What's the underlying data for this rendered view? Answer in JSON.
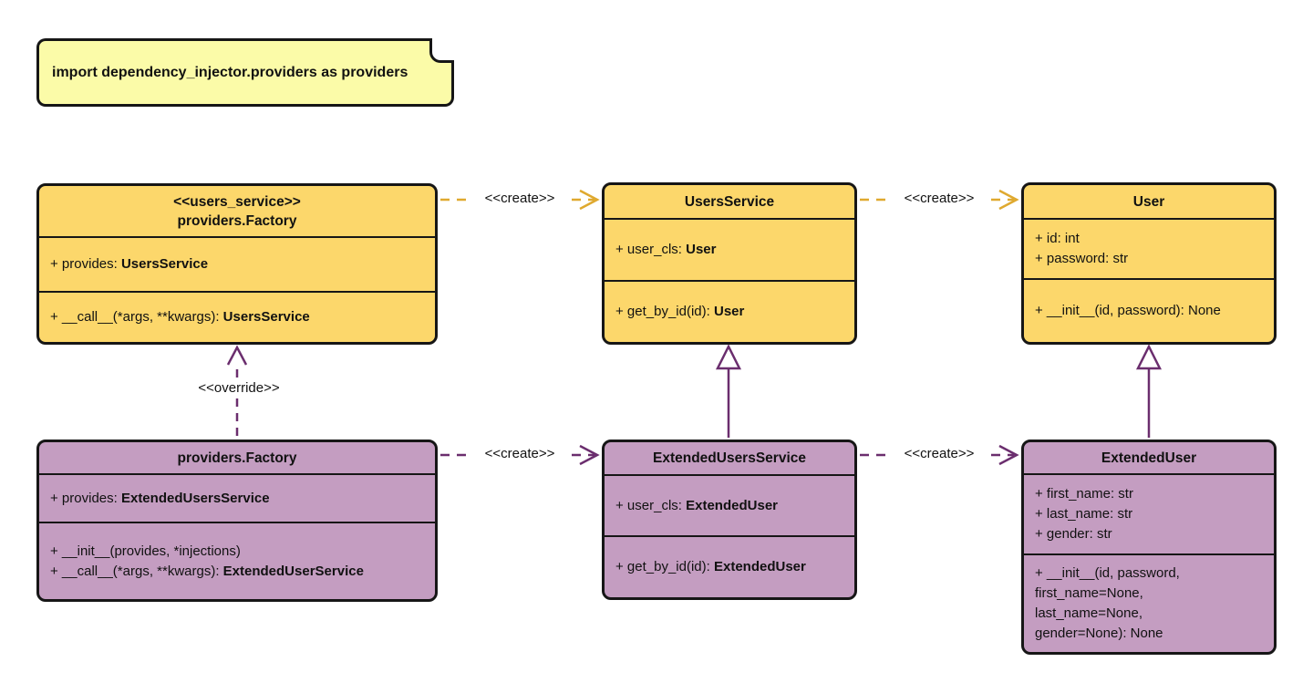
{
  "note": {
    "text": "import dependency_injector.providers as providers"
  },
  "labels": {
    "create": "<<create>>",
    "override": "<<override>>"
  },
  "colors": {
    "class_yellow_fill": "#FCD76B",
    "class_purple_fill": "#C49DC1",
    "note_yellow_fill": "#FBFBA8",
    "create_arrow_gold": "#DFA92F",
    "relation_purple": "#6B2E6E",
    "border_black": "#161616",
    "background": "#FFFFFF"
  },
  "classes": {
    "users_factory": {
      "stereotype": "<<users_service>>",
      "name": "providers.Factory",
      "attrs": [
        {
          "prefix": "+ provides: ",
          "type": "UsersService"
        }
      ],
      "methods": [
        {
          "prefix": "+ __call__(*args, **kwargs): ",
          "type": "UsersService"
        }
      ]
    },
    "users_service": {
      "name": "UsersService",
      "attrs": [
        {
          "prefix": "+ user_cls: ",
          "type": "User"
        }
      ],
      "methods": [
        {
          "prefix": "+ get_by_id(id): ",
          "type": "User"
        }
      ]
    },
    "user": {
      "name": "User",
      "attrs": [
        {
          "prefix": "+ id: int"
        },
        {
          "prefix": "+ password: str"
        }
      ],
      "methods": [
        {
          "prefix": "+ __init__(id, password): None"
        }
      ]
    },
    "extended_factory": {
      "name": "providers.Factory",
      "attrs": [
        {
          "prefix": "+ provides: ",
          "type": "ExtendedUsersService"
        }
      ],
      "methods": [
        {
          "prefix": "+ __init__(provides, *injections)"
        },
        {
          "prefix": "+ __call__(*args, **kwargs): ",
          "type": "ExtendedUserService"
        }
      ]
    },
    "extended_users_service": {
      "name": "ExtendedUsersService",
      "attrs": [
        {
          "prefix": "+ user_cls: ",
          "type": "ExtendedUser"
        }
      ],
      "methods": [
        {
          "prefix": "+ get_by_id(id): ",
          "type": "ExtendedUser"
        }
      ]
    },
    "extended_user": {
      "name": "ExtendedUser",
      "attrs": [
        {
          "prefix": "+ first_name: str"
        },
        {
          "prefix": "+ last_name: str"
        },
        {
          "prefix": "+ gender: str"
        }
      ],
      "methods": [
        {
          "prefix": "+ __init__(id, password,\nfirst_name=None,\nlast_name=None,\ngender=None): None"
        }
      ]
    }
  }
}
